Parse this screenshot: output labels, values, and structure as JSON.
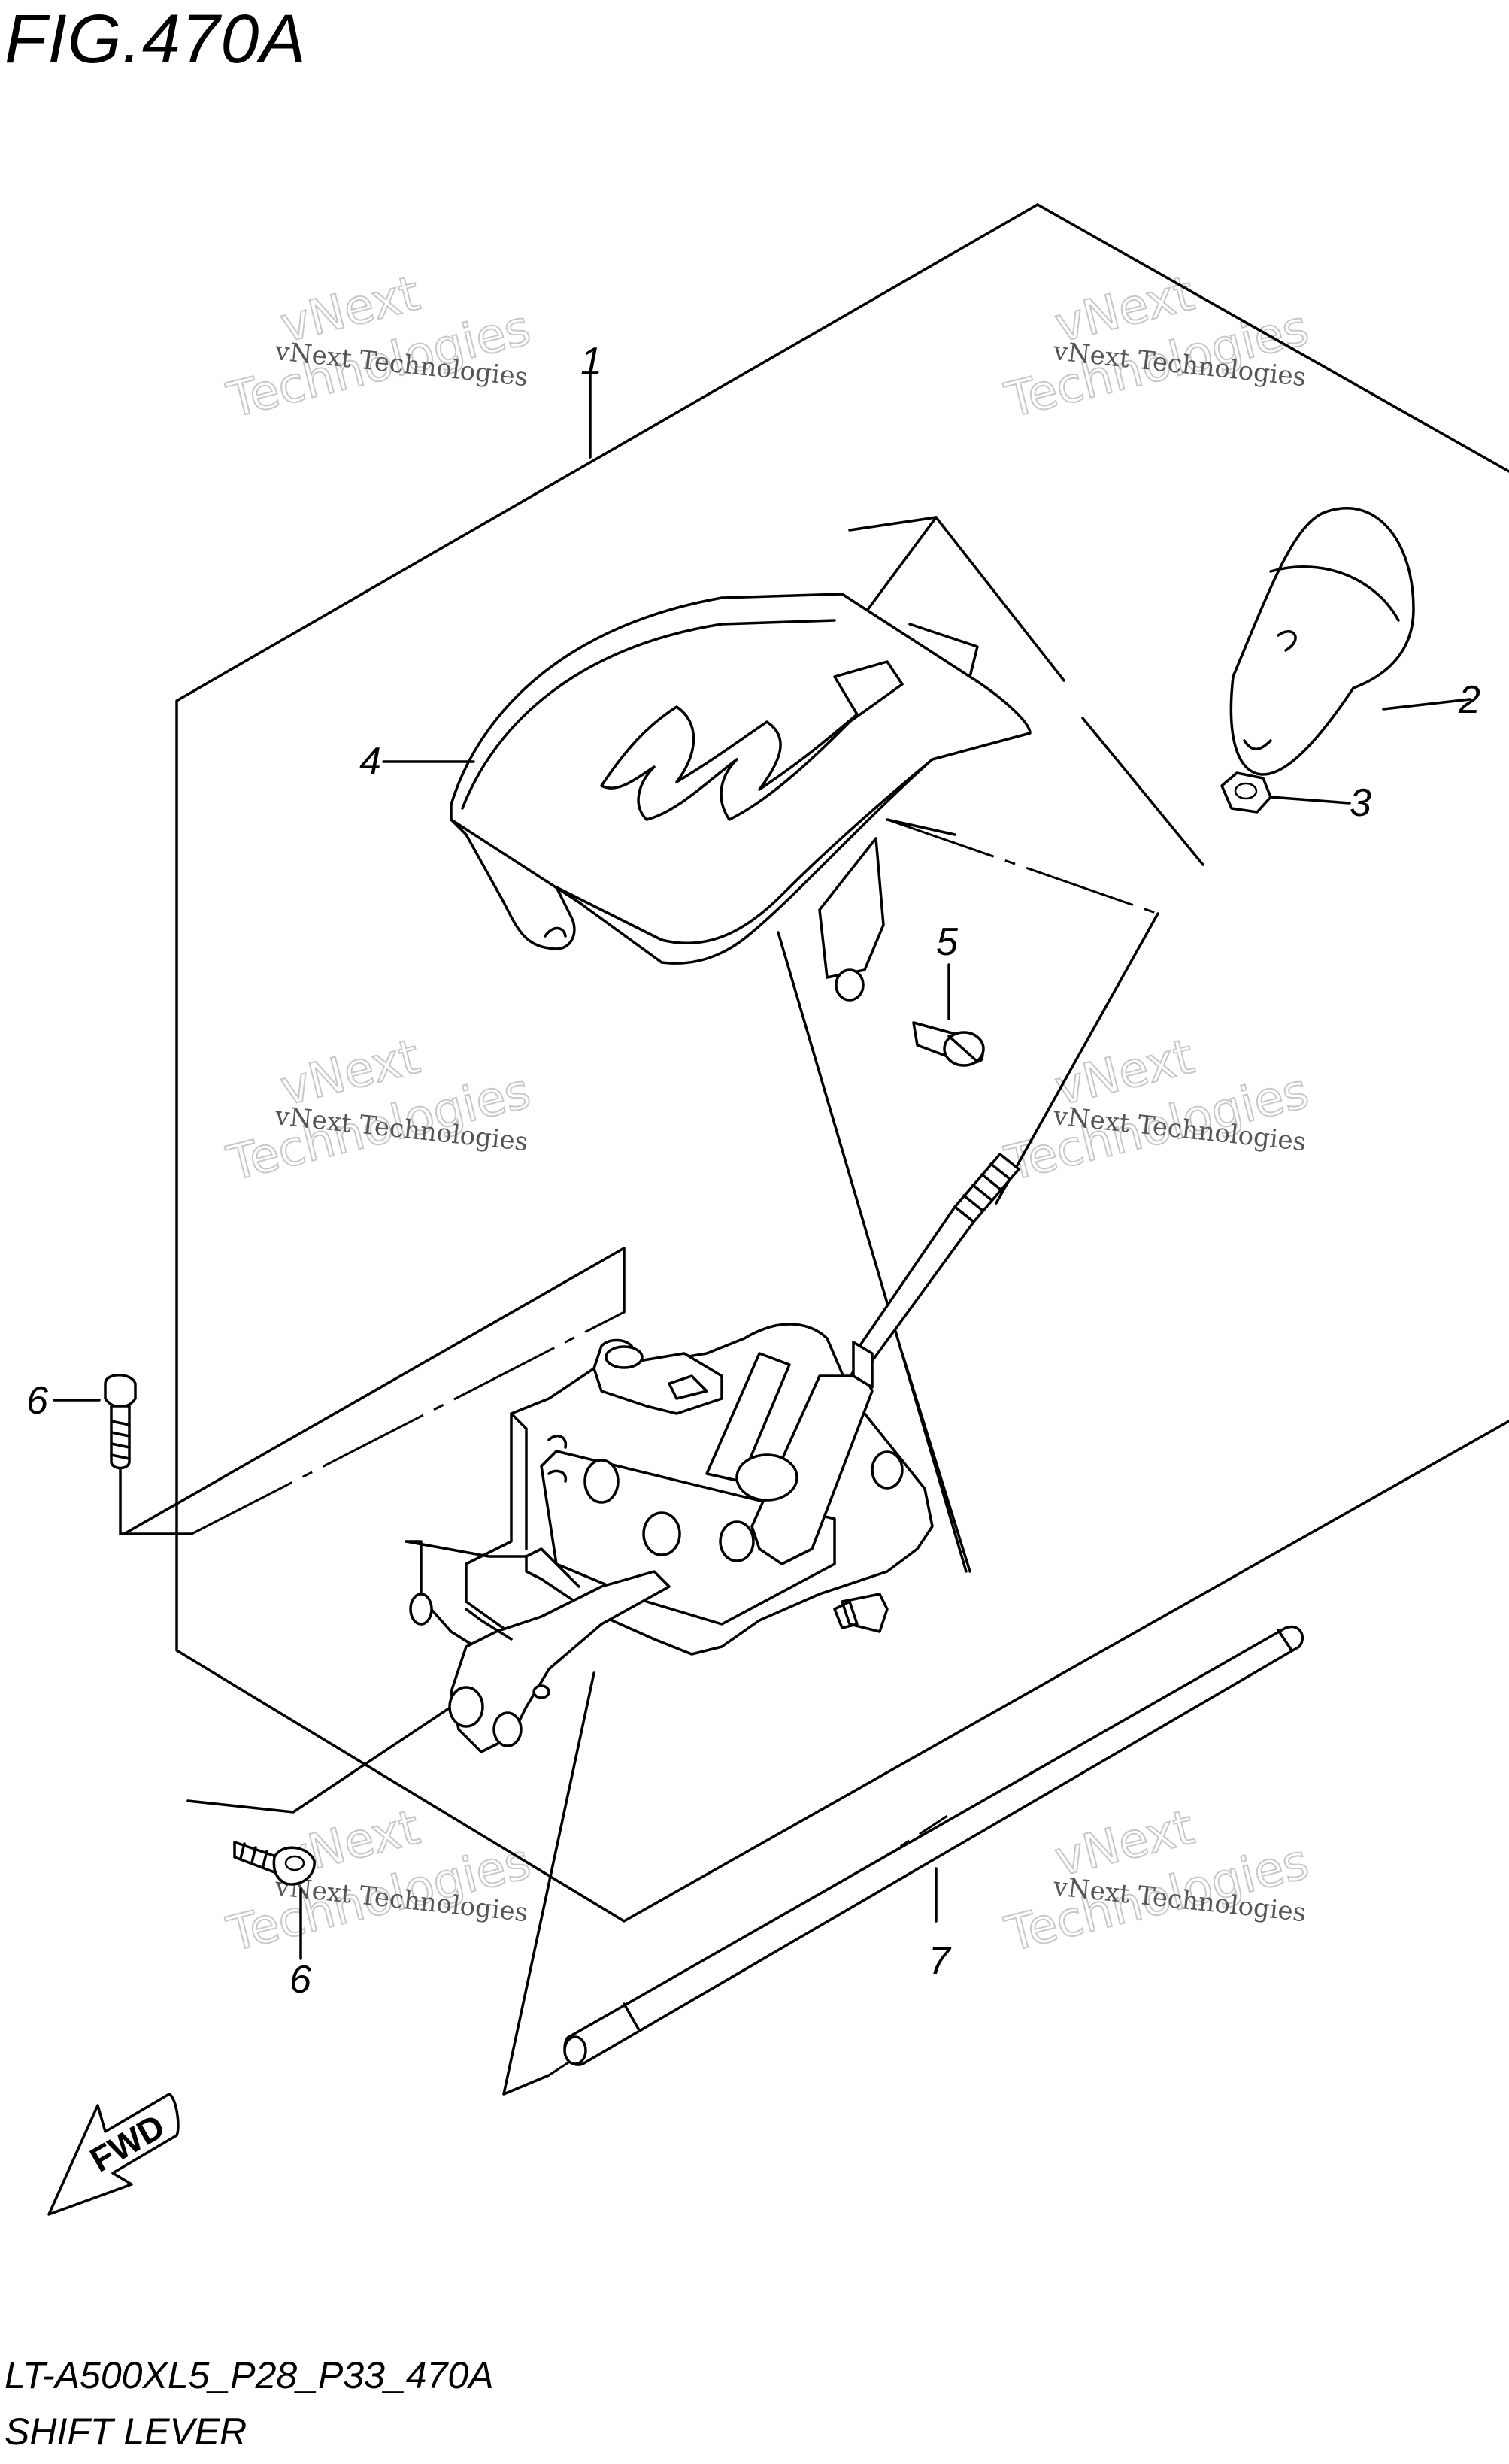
{
  "figure": {
    "title": "FIG.470A",
    "code": "LT-A500XL5_P28_P33_470A",
    "name": "SHIFT LEVER"
  },
  "callouts": [
    {
      "number": "1",
      "part": "shift lever assembly"
    },
    {
      "number": "2",
      "part": "shift knob"
    },
    {
      "number": "3",
      "part": "nut"
    },
    {
      "number": "4",
      "part": "shift lever cover"
    },
    {
      "number": "5",
      "part": "bolt"
    },
    {
      "number": "6",
      "part": "bolt"
    },
    {
      "number": "6",
      "part": "bolt"
    },
    {
      "number": "7",
      "part": "shift rod"
    }
  ],
  "fwd_label": "FWD",
  "watermark": {
    "line1": "vNext Technologies",
    "line2a": "vNext",
    "line2b": "Technologies"
  }
}
